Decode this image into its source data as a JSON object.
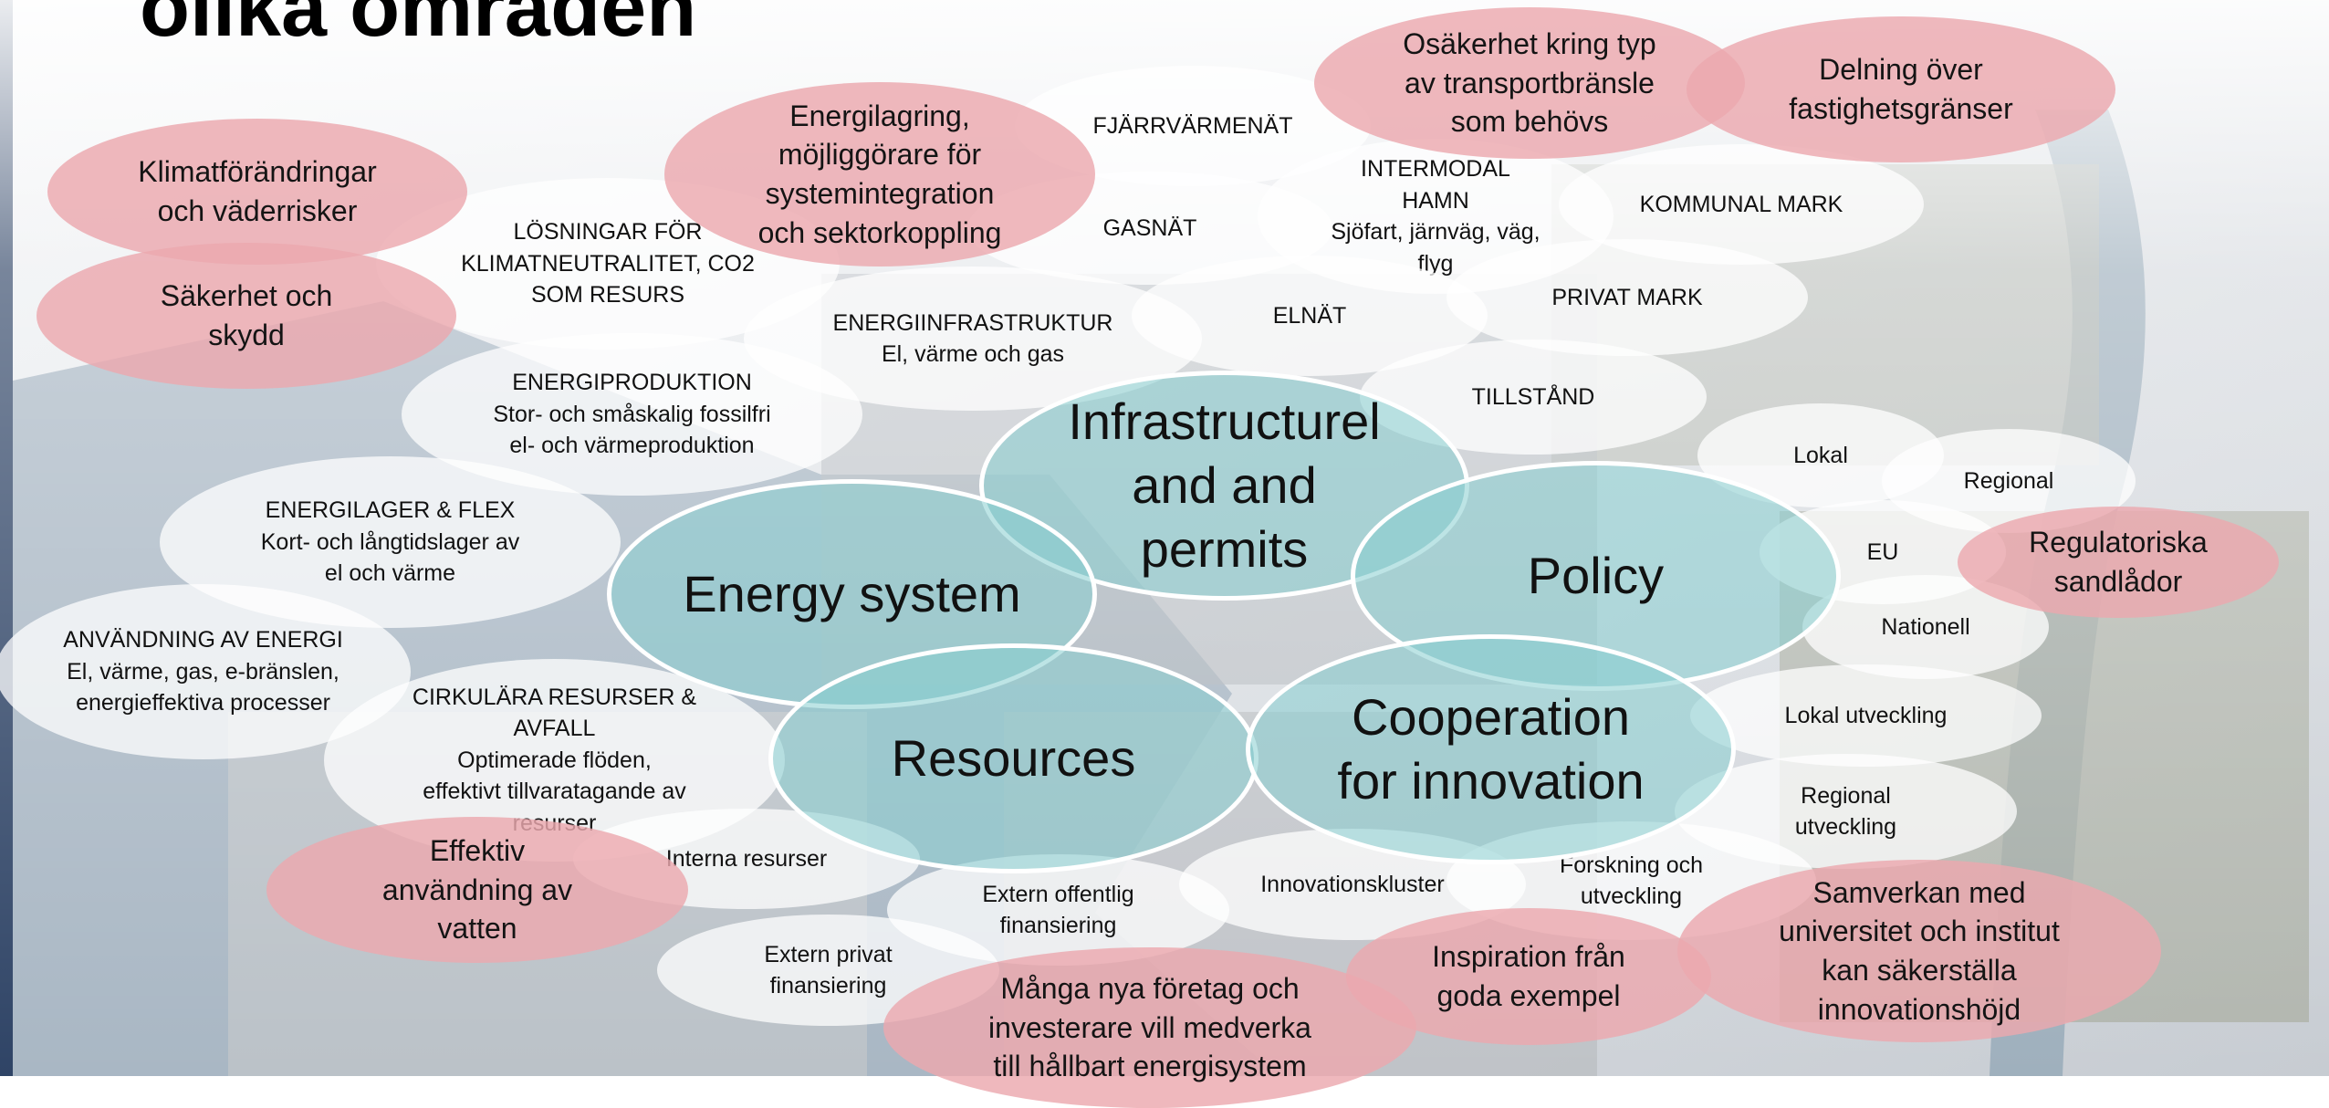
{
  "slide": {
    "title": "olika områden"
  },
  "core": {
    "infrastructure": "Infrastructurel\nand and\npermits",
    "energy_system": "Energy system",
    "policy": "Policy",
    "resources": "Resources",
    "cooperation": "Cooperation\nfor innovation"
  },
  "energy_topics": {
    "losningar": "LÖSNINGAR FÖR\nKLIMATNEUTRALITET, CO2\nSOM RESURS",
    "energiinfra": "ENERGIINFRASTRUKTUR\nEl, värme och gas",
    "energiproduktion": "ENERGIPRODUKTION\nStor- och småskalig fossilfri\nel- och värmeproduktion",
    "energilager": "ENERGILAGER & FLEX\nKort- och långtidslager av\nel och värme",
    "anvandning": "ANVÄNDNING AV ENERGI\nEl, värme, gas, e-bränslen,\nenergieffektiva processer",
    "cirkulara": "CIRKULÄRA RESURSER &\nAVFALL\nOptimerade flöden,\neffektivt tillvaratagande av\nresurser"
  },
  "infra_topics": {
    "fjarrvarme": "FJÄRRVÄRMENÄT",
    "gasnat": "GASNÄT",
    "elnat": "ELNÄT",
    "intermodal": "INTERMODAL\nHAMN\nSjöfart, järnväg, väg,\nflyg",
    "kommunal_mark": "KOMMUNAL MARK",
    "privat_mark": "PRIVAT MARK",
    "tillstand": "TILLSTÅND"
  },
  "policy_levels": {
    "lokal": "Lokal",
    "regional": "Regional",
    "eu": "EU",
    "nationell": "Nationell"
  },
  "cooperation_topics": {
    "lokal_utveckling": "Lokal utveckling",
    "regional_utveckling": "Regional\nutveckling",
    "forskning": "Forskning och\nutveckling",
    "innovationskluster": "Innovationskluster"
  },
  "resource_topics": {
    "interna": "Interna resurser",
    "extern_offentlig": "Extern offentlig\nfinansiering",
    "extern_privat": "Extern privat\nfinansiering"
  },
  "challenges": {
    "klimat": "Klimatförändringar\noch väderrisker",
    "sakerhet": "Säkerhet och\nskydd",
    "energilagring": "Energilagring,\nmöjliggörare för\nsystemintegration\noch sektorkoppling",
    "osakerhet": "Osäkerhet kring typ\nav transportbränsle\nsom behövs",
    "delning": "Delning över\nfastighetsgränser",
    "regulatoriska": "Regulatoriska\nsandlådor",
    "effektiv_vatten": "Effektiv\nanvändning av\nvatten",
    "manga_nya": "Många nya företag och\ninvesterare vill medverka\ntill hållbart energisystem",
    "inspiration": "Inspiration från\ngoda exempel",
    "samverkan": "Samverkan med\nuniversitet och institut\nkan säkerställa\ninnovationshöjd"
  },
  "colors": {
    "core_fill": "#87ced0",
    "core_border": "#ffffff",
    "topic_fill": "#ffffff",
    "challenge_fill": "#eba8af",
    "title": "#000000"
  }
}
